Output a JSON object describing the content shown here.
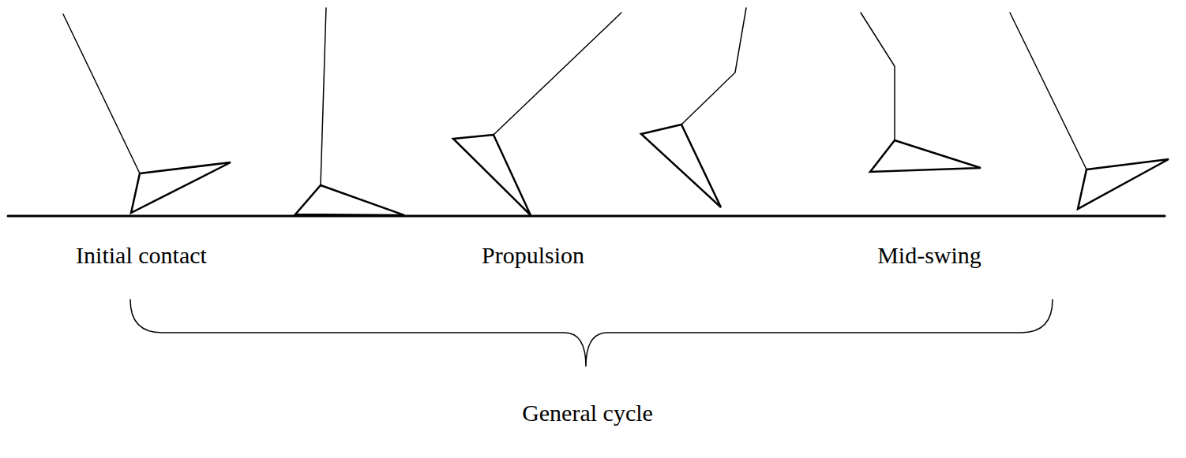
{
  "diagram": {
    "labels": [
      "Initial contact",
      "Propulsion",
      "Mid-swing",
      "General cycle"
    ]
  }
}
